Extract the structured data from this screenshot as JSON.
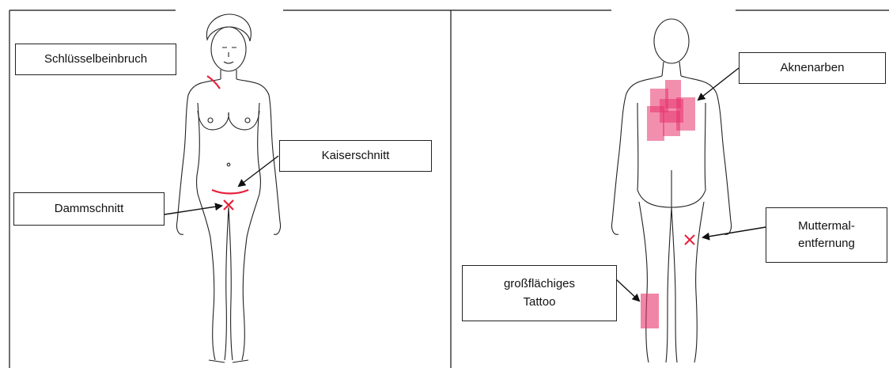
{
  "figure_front": {
    "labels": {
      "collarbone": "Schlüsselbeinbruch",
      "c_section": "Kaiserschnitt",
      "episiotomy": "Dammschnitt"
    }
  },
  "figure_back": {
    "labels": {
      "acne_scars": "Aknenarben",
      "mole_removal": "Muttermal-\nentfernung",
      "tattoo": "großflächiges\nTattoo"
    }
  },
  "colors": {
    "line": "#111111",
    "mark_red": "#e8203a",
    "patch_pink": "#e8336b"
  },
  "icons": {
    "cross_mark": "red-x"
  }
}
